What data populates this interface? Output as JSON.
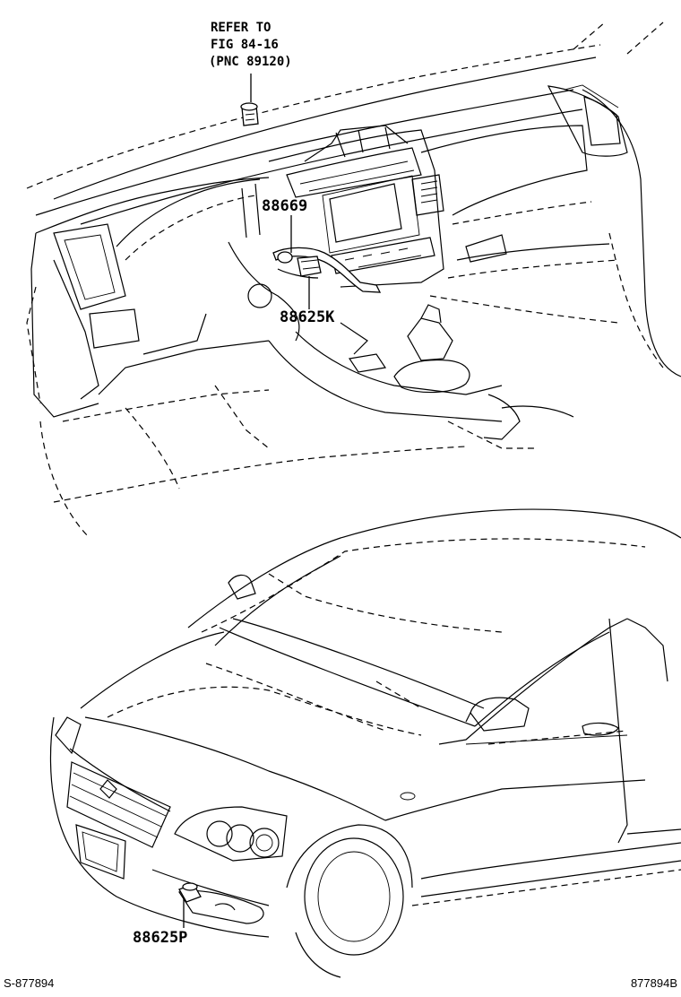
{
  "reference_note": {
    "line1": "REFER TO",
    "line2": "FIG 84-16",
    "line3": "(PNC 89120)"
  },
  "callouts": {
    "sensor_a": "88669",
    "sensor_b": "88625K",
    "sensor_c": "88625P"
  },
  "footer": {
    "left_code": "S-877894",
    "right_code": "877894B"
  }
}
